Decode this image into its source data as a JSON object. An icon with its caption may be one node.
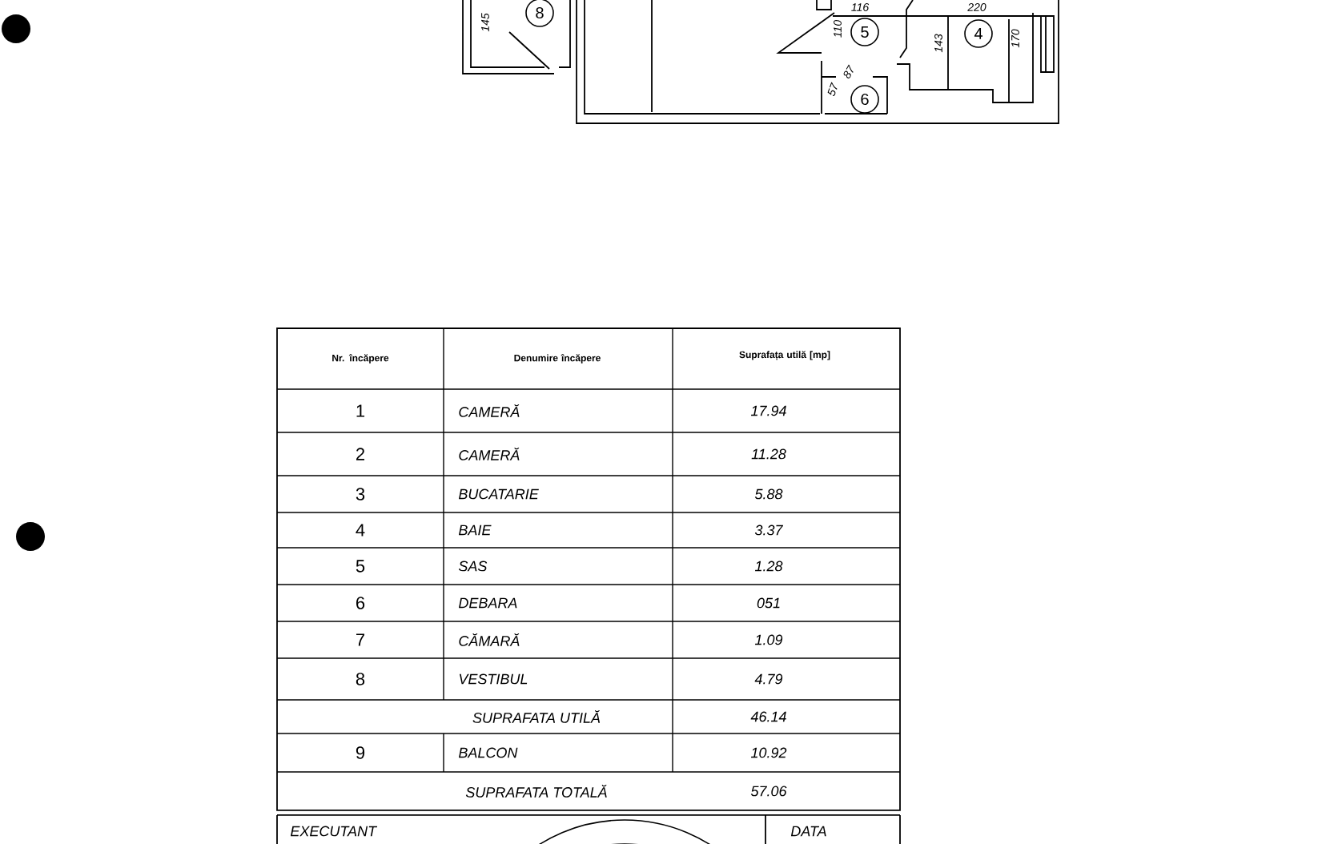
{
  "diagram": {
    "nodes": [
      {
        "text": [
          "8"
        ]
      },
      {
        "text": [
          "5"
        ]
      },
      {
        "text": [
          "4"
        ]
      },
      {
        "text": [
          "6"
        ]
      }
    ],
    "labels": [
      "145",
      "116",
      "220",
      "110",
      "143",
      "170",
      "87",
      "57",
      "Nr. încăpere",
      "Denumire încăpere",
      "Suprafața utilă [mp]",
      "1",
      "CAMERĂ",
      "17.94",
      "2",
      "CAMERĂ",
      "11.28",
      "3",
      "BUCATARIE",
      "5.88",
      "4",
      "BAIE",
      "3.37",
      "5",
      "SAS",
      "1.28",
      "6",
      "DEBARA",
      "051",
      "7",
      "CĂMARĂ",
      "1.09",
      "8",
      "VESTIBUL",
      "4.79",
      "SUPRAFATA UTILĂ",
      "46.14",
      "9",
      "BALCON",
      "10.92",
      "SUPRAFATA TOTALĂ",
      "57.06",
      "EXECUTANT",
      "DATA"
    ]
  }
}
